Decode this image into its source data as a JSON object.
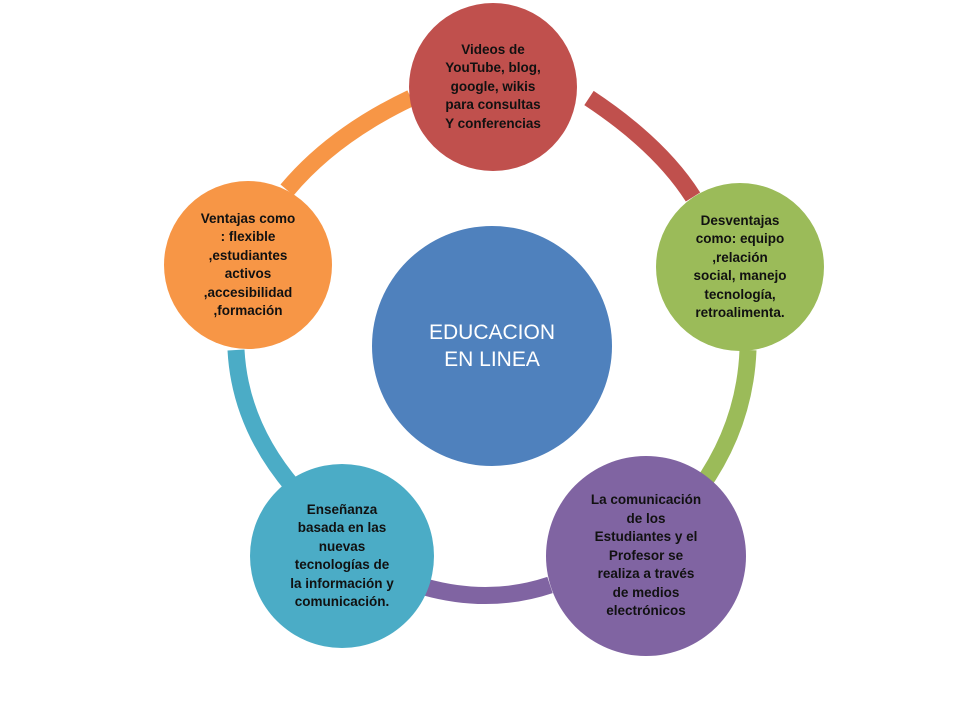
{
  "diagram": {
    "center": {
      "text": "EDUCACION\nEN LINEA",
      "color": "#4f81bd"
    },
    "nodes": [
      {
        "id": "top",
        "text": "Videos de\nYouTube, blog,\ngoogle, wikis\npara consultas\nY conferencias",
        "color": "#c0504d"
      },
      {
        "id": "right",
        "text": "Desventajas\ncomo: equipo\n,relación\nsocial, manejo\ntecnología,\nretroalimenta.",
        "color": "#9bbb59"
      },
      {
        "id": "bottom-right",
        "text": "La comunicación\nde los\nEstudiantes y el\nProfesor se\nrealiza a través\nde medios\nelectrónicos",
        "color": "#8064a2"
      },
      {
        "id": "bottom-left",
        "text": "Enseñanza\nbasada en las\nnuevas\ntecnologías de\nla información y\ncomunicación.",
        "color": "#4bacc6"
      },
      {
        "id": "left",
        "text": "Ventajas como\n: flexible\n,estudiantes\nactivos\n,accesibilidad\n,formación",
        "color": "#f79646"
      }
    ]
  }
}
